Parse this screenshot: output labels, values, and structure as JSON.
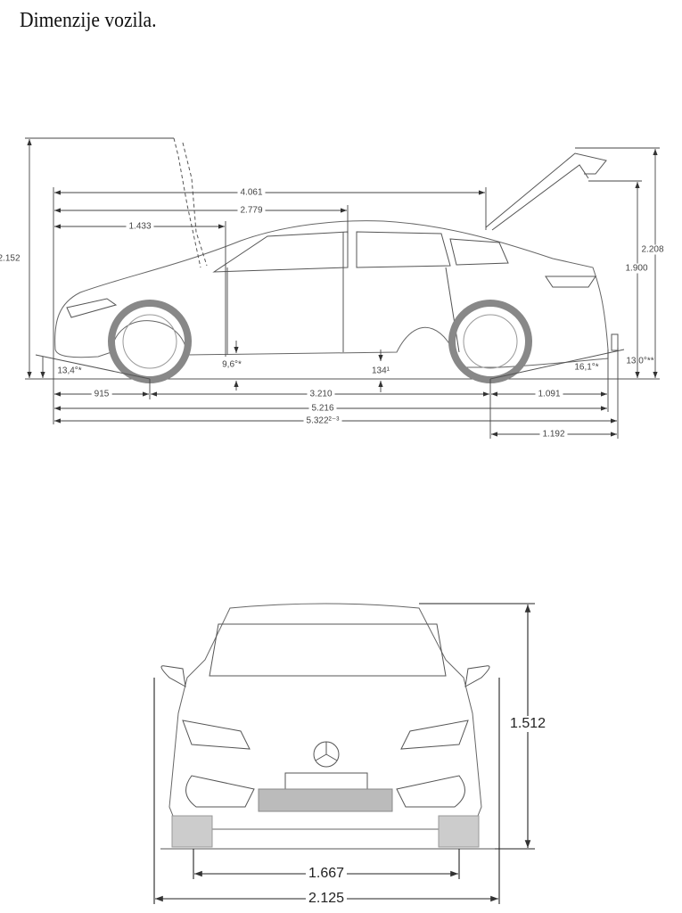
{
  "title": "Dimenzije vozila.",
  "side_view": {
    "overall_height_hood_open": "2.152",
    "length_to_tailgate_hinge": "4.061",
    "length_to_b_pillar": "2.779",
    "length_to_a_pillar": "1.433",
    "tailgate_open_height": "2.208",
    "tailgate_lower_height": "1.900",
    "approach_angle": "13,4°*",
    "ramp_angle": "9,6°*",
    "ground_clearance": "134¹",
    "departure_angle": "16,1°*",
    "departure_angle_hitch": "13,0°**",
    "front_overhang": "915",
    "wheelbase": "3.210",
    "rear_overhang": "1.091",
    "length": "5.216",
    "length_with_hitch": "5.322²⁻³",
    "rear_overhang_with_hitch": "1.192"
  },
  "front_view": {
    "height": "1.512",
    "track": "1.667",
    "width_with_mirrors": "2.125"
  }
}
